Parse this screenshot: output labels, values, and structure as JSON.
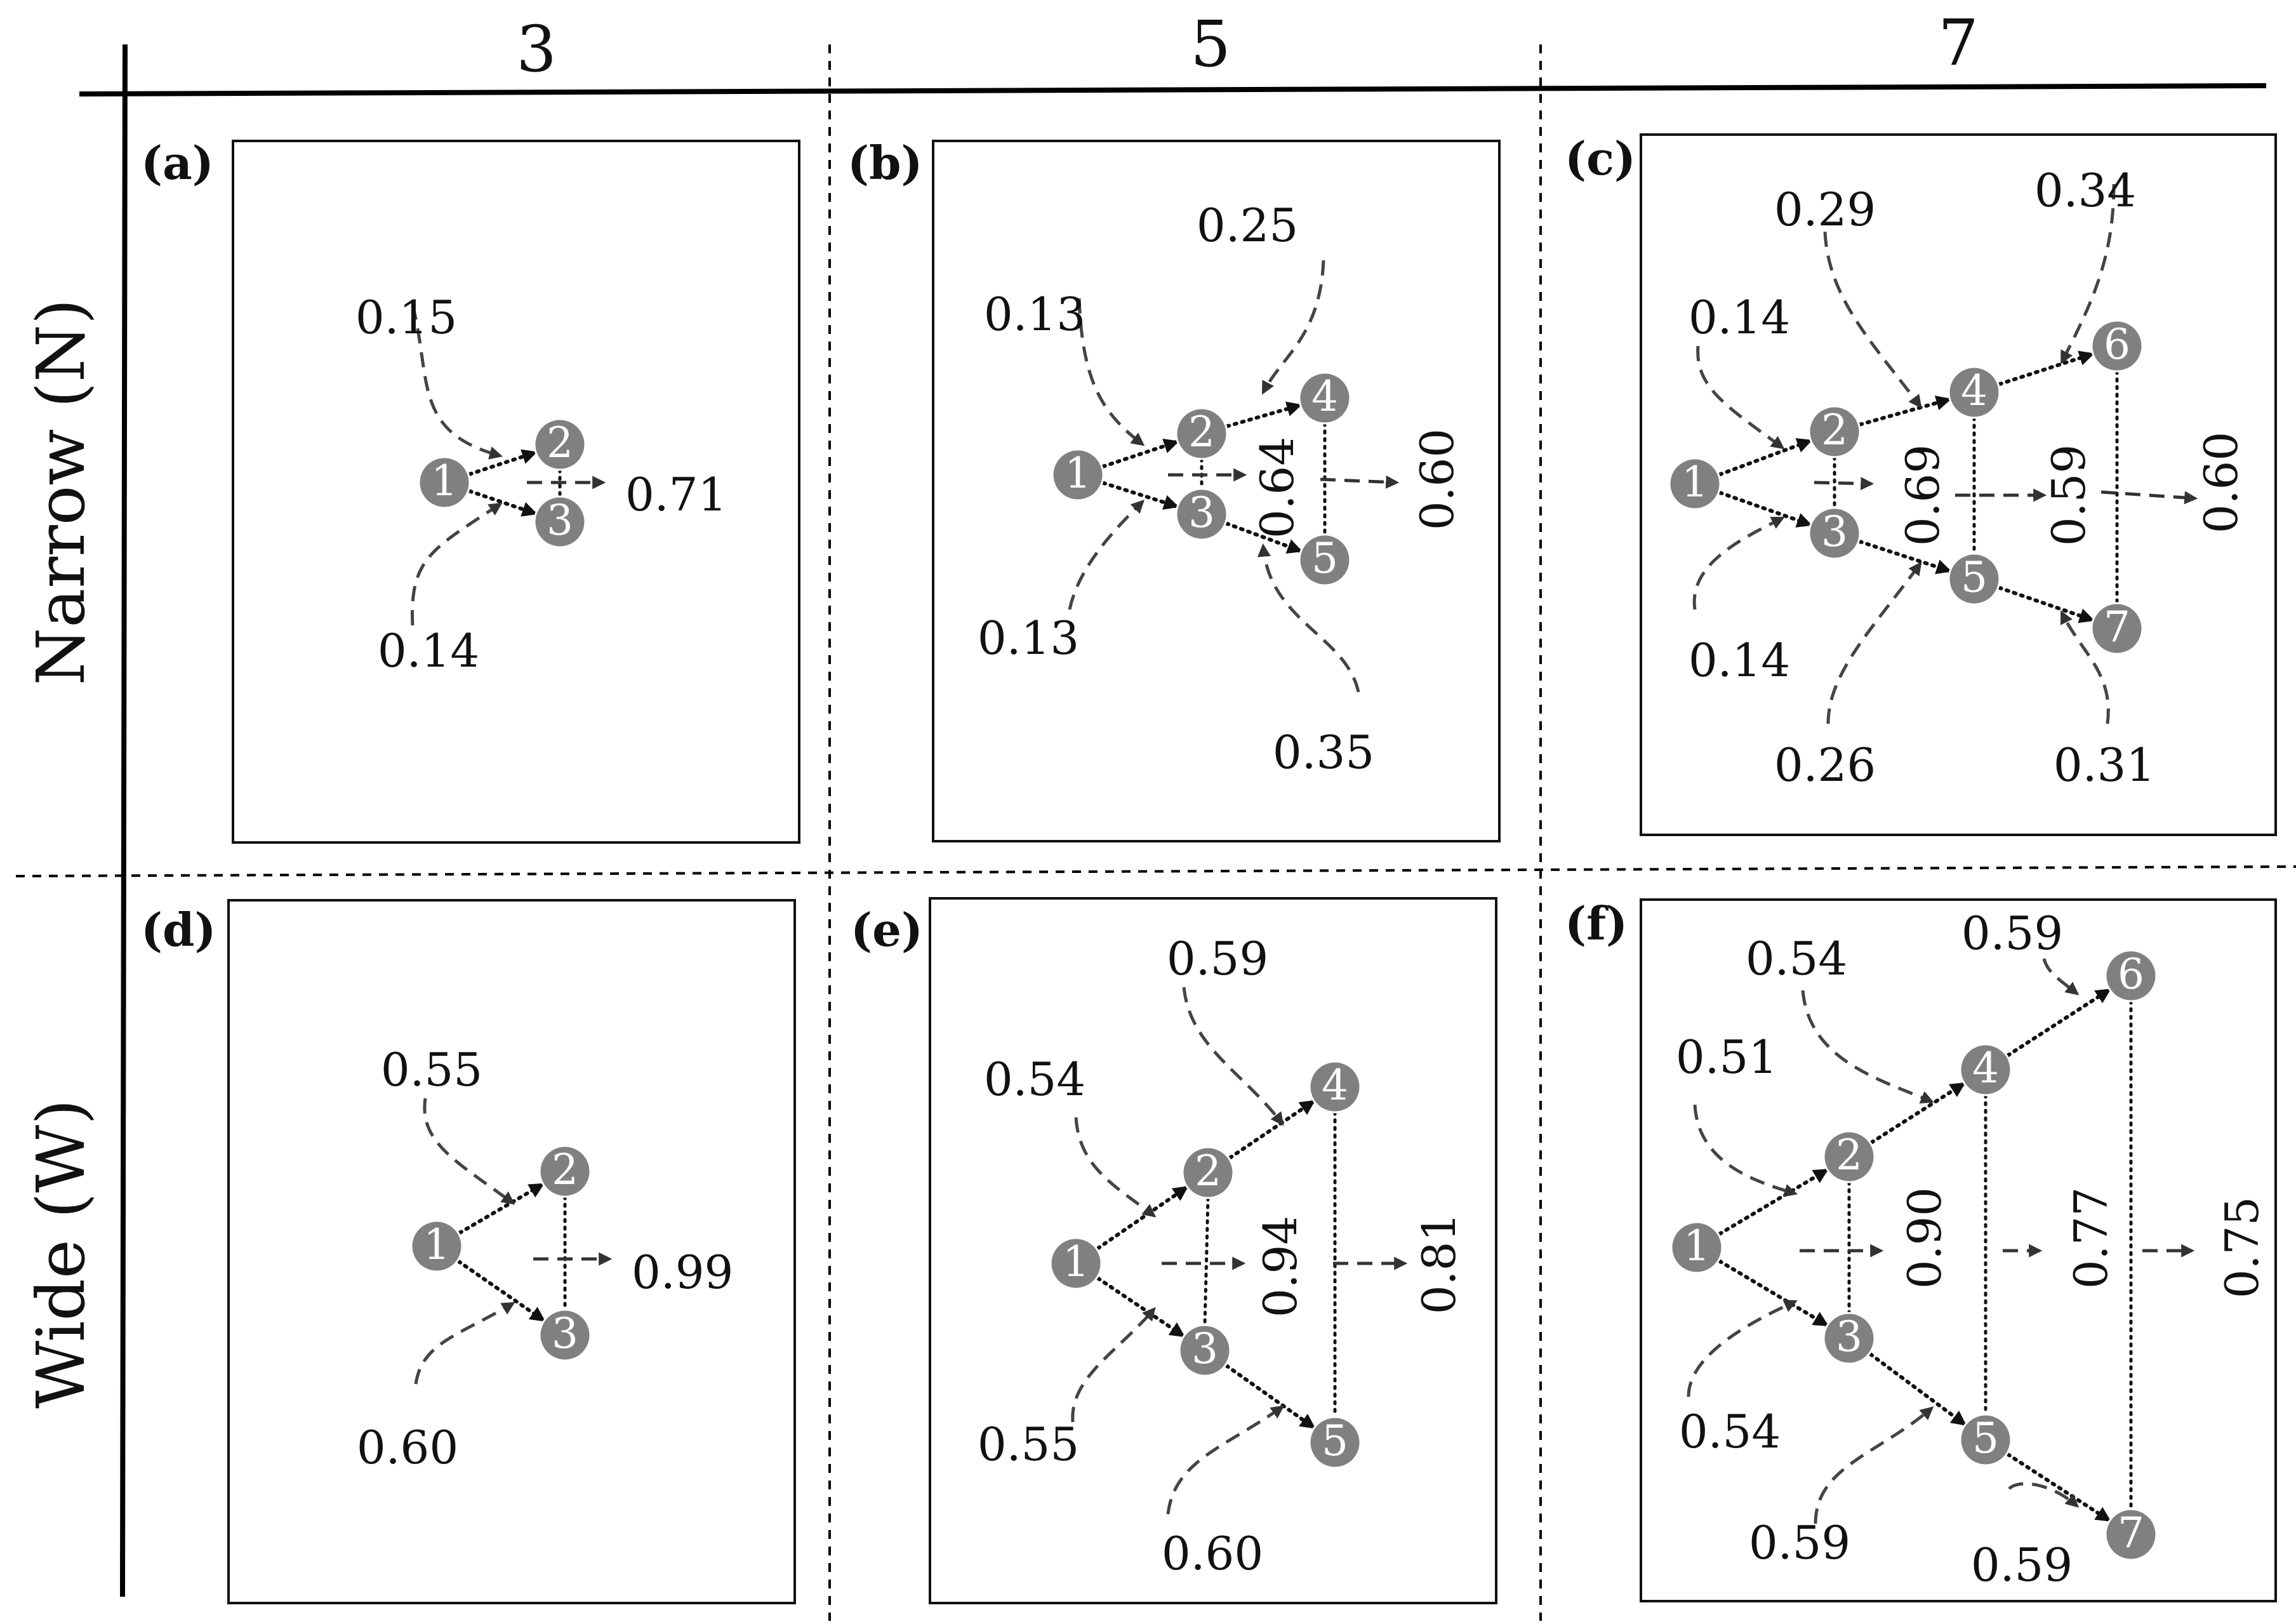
{
  "columns": [
    "3",
    "5",
    "7"
  ],
  "rows": [
    "Narrow (N)",
    "Wide (W)"
  ],
  "node_color": "#808080",
  "panels": [
    {
      "label": "(a)",
      "nodes": [
        "1",
        "2",
        "3"
      ],
      "inflows": {
        "2": "0.15",
        "3": "0.14"
      },
      "outflows": [
        "0.71"
      ]
    },
    {
      "label": "(b)",
      "nodes": [
        "1",
        "2",
        "3",
        "4",
        "5"
      ],
      "inflows": {
        "2": "0.13",
        "3": "0.13",
        "4": "0.25",
        "5": "0.35"
      },
      "outflows": [
        "0.64",
        "0.60"
      ]
    },
    {
      "label": "(c)",
      "nodes": [
        "1",
        "2",
        "3",
        "4",
        "5",
        "6",
        "7"
      ],
      "inflows": {
        "2": "0.14",
        "3": "0.14",
        "4": "0.29",
        "5": "0.26",
        "6": "0.34",
        "7": "0.31"
      },
      "outflows": [
        "0.69",
        "0.59",
        "0.60"
      ]
    },
    {
      "label": "(d)",
      "nodes": [
        "1",
        "2",
        "3"
      ],
      "inflows": {
        "2": "0.55",
        "3": "0.60"
      },
      "outflows": [
        "0.99"
      ]
    },
    {
      "label": "(e)",
      "nodes": [
        "1",
        "2",
        "3",
        "4",
        "5"
      ],
      "inflows": {
        "2": "0.54",
        "3": "0.55",
        "4": "0.59",
        "5": "0.60"
      },
      "outflows": [
        "0.94",
        "0.81"
      ]
    },
    {
      "label": "(f)",
      "nodes": [
        "1",
        "2",
        "3",
        "4",
        "5",
        "6",
        "7"
      ],
      "inflows": {
        "2": "0.51",
        "3": "0.54",
        "4": "0.54",
        "5": "0.59",
        "6": "0.59",
        "7": "0.59"
      },
      "outflows": [
        "0.90",
        "0.77",
        "0.75"
      ]
    }
  ]
}
